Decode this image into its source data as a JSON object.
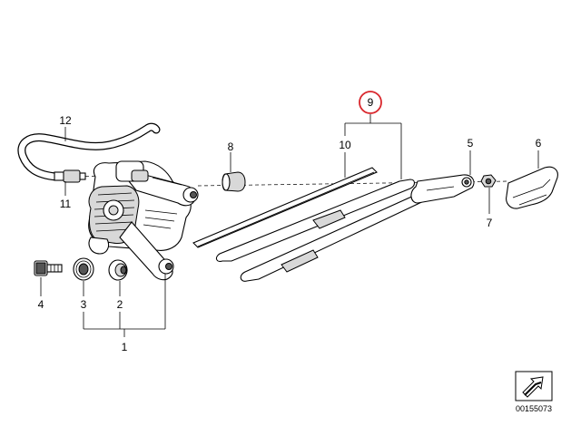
{
  "callouts": {
    "c1": "1",
    "c2": "2",
    "c3": "3",
    "c4": "4",
    "c5": "5",
    "c6": "6",
    "c7": "7",
    "c8": "8",
    "c9": "9",
    "c10": "10",
    "c11": "11",
    "c12": "12"
  },
  "highlighted_callout": "9",
  "highlight_color": "#d9262c",
  "diagram_id": "00155073",
  "icons": [
    "arrow-icon"
  ]
}
